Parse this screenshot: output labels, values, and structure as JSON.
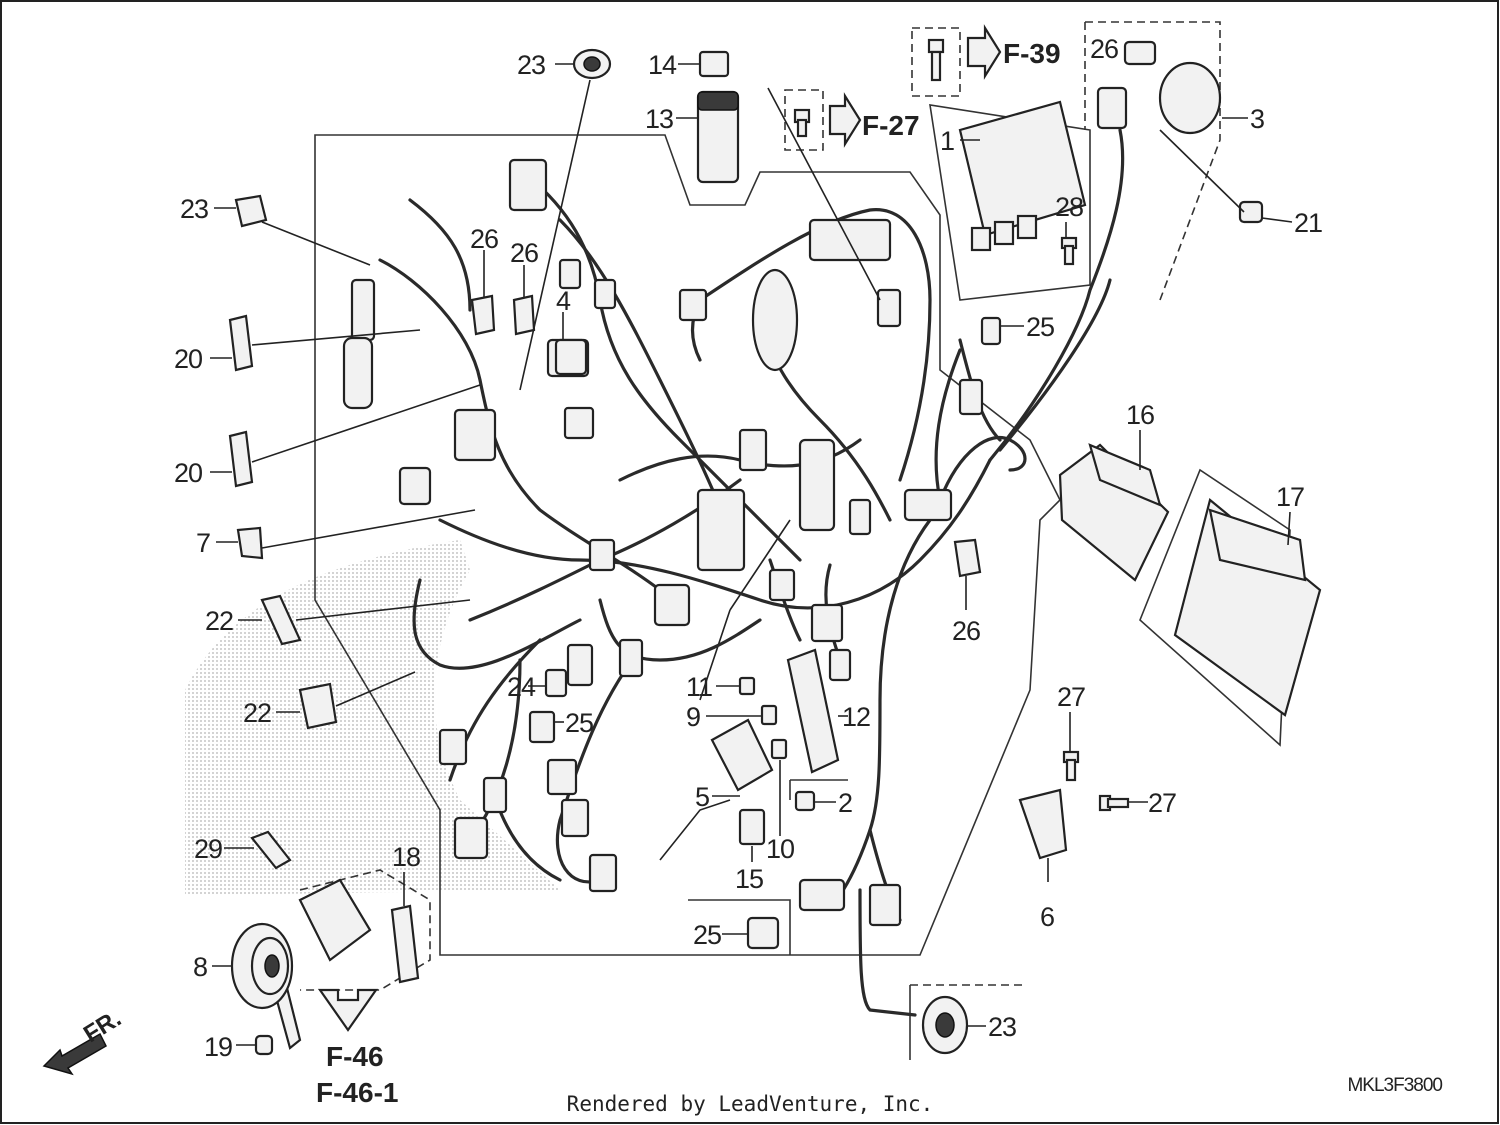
{
  "callouts": [
    {
      "id": "c23a",
      "label": "23"
    },
    {
      "id": "c14",
      "label": "14"
    },
    {
      "id": "c13",
      "label": "13"
    },
    {
      "id": "c26a",
      "label": "26"
    },
    {
      "id": "c3",
      "label": "3"
    },
    {
      "id": "c1",
      "label": "1"
    },
    {
      "id": "c28",
      "label": "28"
    },
    {
      "id": "c21",
      "label": "21"
    },
    {
      "id": "c23b",
      "label": "23"
    },
    {
      "id": "c26b",
      "label": "26"
    },
    {
      "id": "c26c",
      "label": "26"
    },
    {
      "id": "c4",
      "label": "4"
    },
    {
      "id": "c25a",
      "label": "25"
    },
    {
      "id": "c20a",
      "label": "20"
    },
    {
      "id": "c20b",
      "label": "20"
    },
    {
      "id": "c16",
      "label": "16"
    },
    {
      "id": "c17",
      "label": "17"
    },
    {
      "id": "c7",
      "label": "7"
    },
    {
      "id": "c26d",
      "label": "26"
    },
    {
      "id": "c22a",
      "label": "22"
    },
    {
      "id": "c22b",
      "label": "22"
    },
    {
      "id": "c24",
      "label": "24"
    },
    {
      "id": "c25b",
      "label": "25"
    },
    {
      "id": "c11",
      "label": "11"
    },
    {
      "id": "c9",
      "label": "9"
    },
    {
      "id": "c12",
      "label": "12"
    },
    {
      "id": "c27a",
      "label": "27"
    },
    {
      "id": "c27b",
      "label": "27"
    },
    {
      "id": "c5",
      "label": "5"
    },
    {
      "id": "c2",
      "label": "2"
    },
    {
      "id": "c10",
      "label": "10"
    },
    {
      "id": "c15",
      "label": "15"
    },
    {
      "id": "c6",
      "label": "6"
    },
    {
      "id": "c29",
      "label": "29"
    },
    {
      "id": "c18",
      "label": "18"
    },
    {
      "id": "c8",
      "label": "8"
    },
    {
      "id": "c25c",
      "label": "25"
    },
    {
      "id": "c23c",
      "label": "23"
    },
    {
      "id": "c19",
      "label": "19"
    }
  ],
  "references": {
    "f39": "F-39",
    "f27": "F-27",
    "f46": "F-46",
    "f461": "F-46-1",
    "front": "FR."
  },
  "credit": "Rendered by LeadVenture, Inc.",
  "diagram_code": "MKL3F3800"
}
